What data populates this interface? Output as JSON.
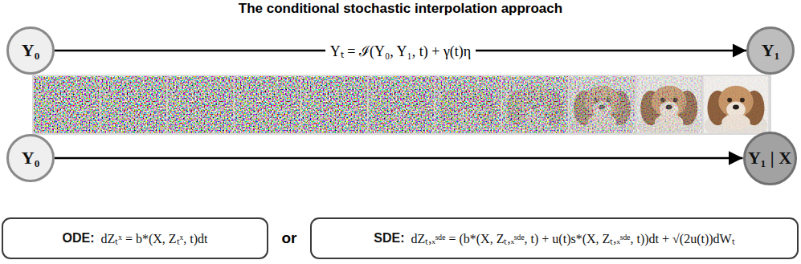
{
  "diagram": {
    "title": "The conditional stochastic interpolation approach",
    "nodes": [
      {
        "text": [
          "Y₀"
        ]
      },
      {
        "text": [
          "Y₁"
        ]
      },
      {
        "text": [
          "Y₀"
        ]
      },
      {
        "text": [
          "Y₁ | X"
        ]
      },
      {
        "text": [
          "ODE:",
          "dZₜˣ = b*(X, Zₜˣ, t)dt"
        ]
      },
      {
        "text": [
          "SDE:",
          "dZₜ,ₓˢᵈᵉ = (b*(X, Zₜ,ₓˢᵈᵉ, t) + u(t)s*(X, Zₜ,ₓˢᵈᵉ, t))dt + √(2u(t))dWₜ"
        ]
      }
    ],
    "edges": [
      {
        "from": 0,
        "to": 1,
        "arrow": "to",
        "label": "Yₜ = ℐ(Y₀, Y₁, t) + γ(t)η"
      },
      {
        "from": 2,
        "to": 3,
        "arrow": "to"
      }
    ],
    "labels": [
      "or"
    ]
  }
}
